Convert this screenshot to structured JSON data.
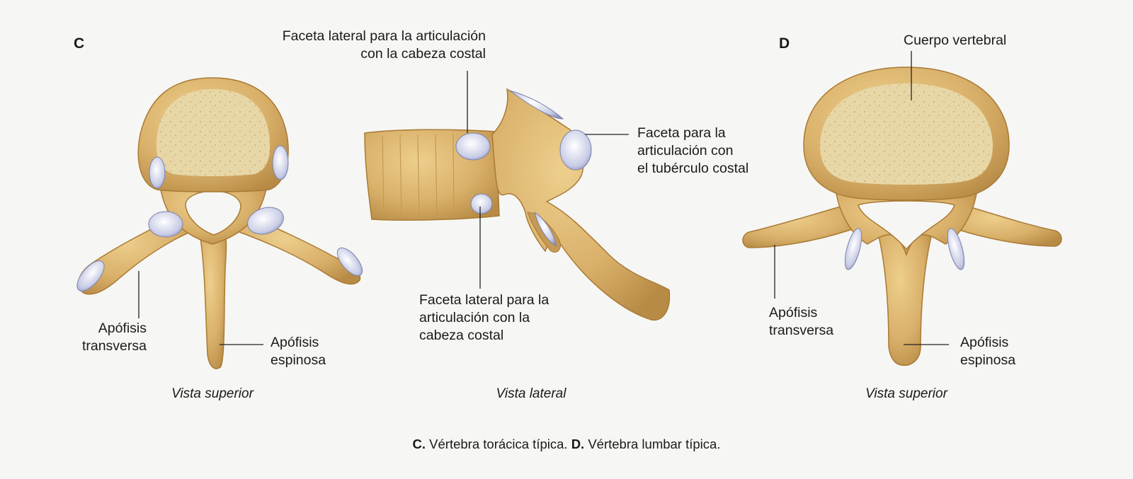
{
  "panels": {
    "c": "C",
    "d": "D"
  },
  "views": {
    "c": "Vista superior",
    "lateral": "Vista lateral",
    "d": "Vista superior"
  },
  "labels": {
    "lateral_facet_top_1": "Faceta lateral para la articulación",
    "lateral_facet_top_2": "con la cabeza costal",
    "tubercle_facet_1": "Faceta para la",
    "tubercle_facet_2": "articulación con",
    "tubercle_facet_3": "el tubérculo costal",
    "lateral_facet_bottom_1": "Faceta lateral para la",
    "lateral_facet_bottom_2": "articulación con la",
    "lateral_facet_bottom_3": "cabeza costal",
    "c_transverse_1": "Apófisis",
    "c_transverse_2": "transversa",
    "c_spinous_1": "Apófisis",
    "c_spinous_2": "espinosa",
    "d_body": "Cuerpo vertebral",
    "d_transverse_1": "Apófisis",
    "d_transverse_2": "transversa",
    "d_spinous_1": "Apófisis",
    "d_spinous_2": "espinosa"
  },
  "caption": {
    "c_letter": "C.",
    "c_text": " Vértebra torácica típica. ",
    "d_letter": "D.",
    "d_text": " Vértebra lumbar típica."
  },
  "colors": {
    "bone": "#d9b06a",
    "bone_dark": "#a97a33",
    "cancellous": "#e8d7a6",
    "facet": "#c5c9e4",
    "line": "#222222"
  }
}
